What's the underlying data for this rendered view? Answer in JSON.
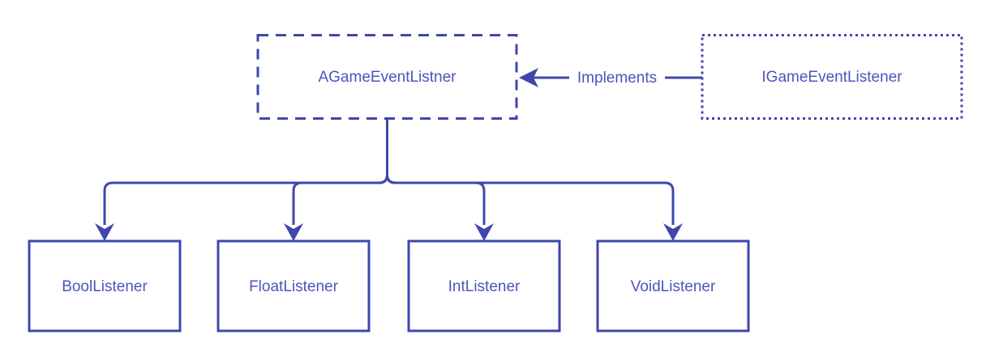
{
  "colors": {
    "line": "#3F47AE",
    "text": "#4C54BE",
    "background": "#FFFFFF"
  },
  "nodes": {
    "parent": {
      "label": "AGameEventListner",
      "border": "dashed"
    },
    "interface": {
      "label": "IGameEventListener",
      "border": "dotted"
    },
    "children": [
      {
        "label": "BoolListener",
        "border": "solid"
      },
      {
        "label": "FloatListener",
        "border": "solid"
      },
      {
        "label": "IntListener",
        "border": "solid"
      },
      {
        "label": "VoidListener",
        "border": "solid"
      }
    ]
  },
  "edges": {
    "implements": {
      "label": "Implements",
      "from": "IGameEventListener",
      "to": "AGameEventListner",
      "arrow": "filled-left"
    },
    "inheritance": {
      "from": "AGameEventListner",
      "to": [
        "BoolListener",
        "FloatListener",
        "IntListener",
        "VoidListener"
      ],
      "arrow": "filled-down"
    }
  }
}
